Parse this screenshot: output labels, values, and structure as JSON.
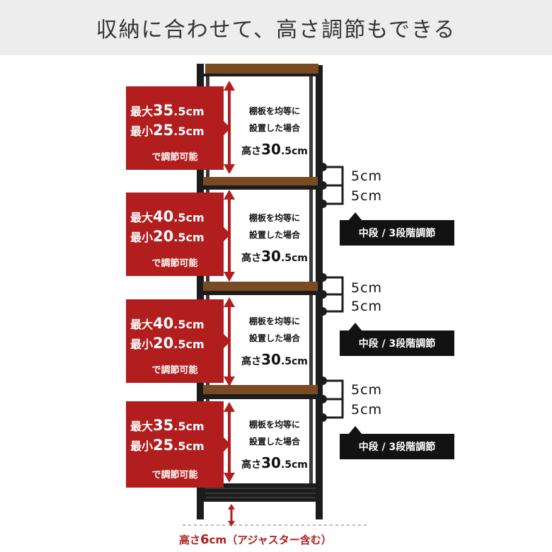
{
  "header": {
    "title": "収納に合わせて、高さ調節もできる"
  },
  "adjust_note": "で調節可能",
  "tiers": [
    {
      "max_label": "最大",
      "max_int": "35",
      "max_dec": ".5cm",
      "min_label": "最小",
      "min_int": "25",
      "min_dec": ".5cm",
      "even_line1": "棚板を均等に",
      "even_line2": "設置した場合",
      "height_label": "高さ",
      "height_int": "30",
      "height_dec": ".5cm"
    },
    {
      "max_label": "最大",
      "max_int": "40",
      "max_dec": ".5cm",
      "min_label": "最小",
      "min_int": "20",
      "min_dec": ".5cm",
      "even_line1": "棚板を均等に",
      "even_line2": "設置した場合",
      "height_label": "高さ",
      "height_int": "30",
      "height_dec": ".5cm"
    },
    {
      "max_label": "最大",
      "max_int": "40",
      "max_dec": ".5cm",
      "min_label": "最小",
      "min_int": "20",
      "min_dec": ".5cm",
      "even_line1": "棚板を均等に",
      "even_line2": "設置した場合",
      "height_label": "高さ",
      "height_int": "30",
      "height_dec": ".5cm"
    },
    {
      "max_label": "最大",
      "max_int": "35",
      "max_dec": ".5cm",
      "min_label": "最小",
      "min_int": "25",
      "min_dec": ".5cm",
      "even_line1": "棚板を均等に",
      "even_line2": "設置した場合",
      "height_label": "高さ",
      "height_int": "30",
      "height_dec": ".5cm"
    }
  ],
  "adjust_groups": [
    {
      "step1": "5cm",
      "step2": "5cm",
      "label": "中段 / 3段階調節"
    },
    {
      "step1": "5cm",
      "step2": "5cm",
      "label": "中段 / 3段階調節"
    },
    {
      "step1": "5cm",
      "step2": "5cm",
      "label": "中段 / 3段階調節"
    }
  ],
  "footer": {
    "prefix": "高さ",
    "value": "6",
    "unit": "cm",
    "note": "（アジャスター含む）"
  },
  "colors": {
    "accent_red": "#b21d1d",
    "frame_black": "#1c1c1c",
    "wood": "#7a4a22",
    "header_bg": "#ededed"
  }
}
